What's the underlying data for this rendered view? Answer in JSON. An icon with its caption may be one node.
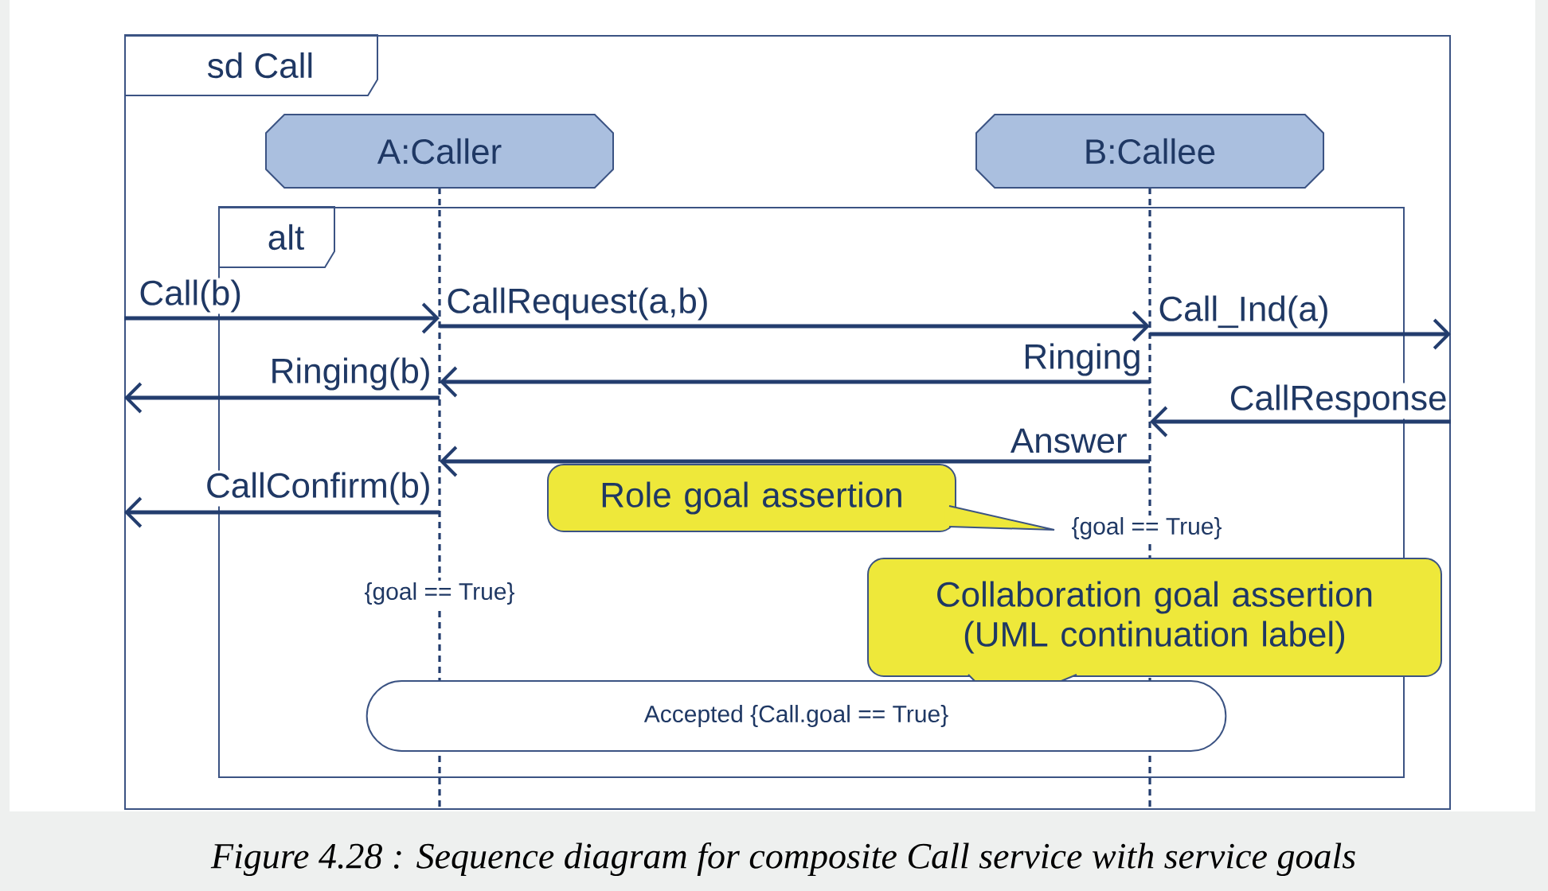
{
  "diagram": {
    "caption": "Figure 4.28 : Sequence diagram for composite Call service with service goals",
    "nodes": [
      {
        "text": [
          "sd Call"
        ]
      },
      {
        "text": [
          "A:Caller"
        ],
        "in": 0
      },
      {
        "text": [
          "B:Callee"
        ],
        "in": 0
      },
      {
        "text": [
          "alt"
        ],
        "in": 0
      },
      {
        "text": [
          "Role goal assertion"
        ],
        "in": 3
      },
      {
        "text": [
          "Collaboration goal assertion (UML continuation label)"
        ],
        "in": 3
      },
      {
        "text": [
          "Accepted {Call.goal == True}"
        ],
        "in": 3
      },
      {
        "text": [],
        "shape": "bar",
        "in": 0
      },
      {
        "text": [],
        "shape": "bar",
        "in": 0
      }
    ],
    "edges": [
      {
        "from": null,
        "to": 7,
        "arrow": "to",
        "label": "Call(b)"
      },
      {
        "from": 7,
        "to": 8,
        "arrow": "to",
        "label": "CallRequest(a,b)"
      },
      {
        "from": 8,
        "to": null,
        "arrow": "to",
        "label": "Call_Ind(a)"
      },
      {
        "from": 8,
        "to": 7,
        "arrow": "to",
        "label": "Ringing"
      },
      {
        "from": 7,
        "to": null,
        "arrow": "to",
        "label": "Ringing(b)"
      },
      {
        "from": null,
        "to": 8,
        "arrow": "to",
        "label": "CallResponse"
      },
      {
        "from": 8,
        "to": 7,
        "arrow": "to",
        "label": "Answer"
      },
      {
        "from": 7,
        "to": null,
        "arrow": "to",
        "label": "CallConfirm(b)"
      }
    ],
    "labels": [
      "{goal == True}",
      "{goal == True}"
    ]
  }
}
